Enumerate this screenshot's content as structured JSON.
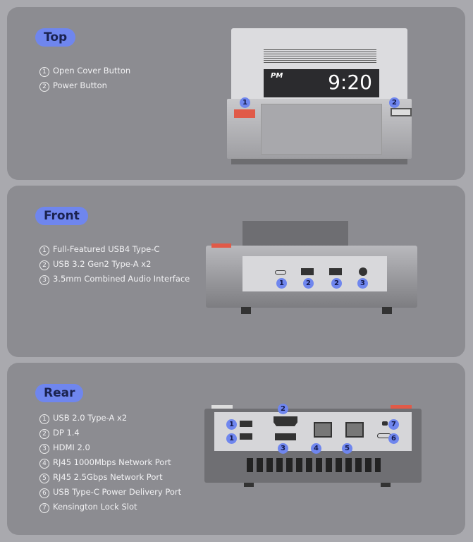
{
  "sections": [
    {
      "title": "Top",
      "items": [
        "Open Cover Button",
        "Power Button"
      ],
      "numerals": [
        "①",
        "②"
      ]
    },
    {
      "title": "Front",
      "items": [
        "Full-Featured USB4 Type-C",
        "USB 3.2 Gen2 Type-A x2",
        "3.5mm Combined Audio Interface"
      ],
      "numerals": [
        "①",
        "②",
        "③"
      ]
    },
    {
      "title": "Rear",
      "items": [
        "USB 2.0 Type-A x2",
        "DP 1.4",
        "HDMI 2.0",
        "RJ45 1000Mbps Network Port",
        "RJ45 2.5Gbps Network Port",
        "USB Type-C Power Delivery Port",
        "Kensington Lock Slot"
      ],
      "numerals": [
        "①",
        "②",
        "③",
        "④",
        "⑤",
        "⑥",
        "⑦"
      ]
    }
  ],
  "display": {
    "ampm": "PM",
    "time": "9:20"
  },
  "callouts": {
    "top": [
      "1",
      "2"
    ],
    "front": [
      "1",
      "2",
      "2",
      "3"
    ],
    "rear": [
      "1",
      "1",
      "2",
      "3",
      "4",
      "5",
      "6",
      "7"
    ]
  },
  "colors": {
    "accent": "#6f86ee",
    "panel": "#8c8c91",
    "background": "#a9a9ae"
  }
}
